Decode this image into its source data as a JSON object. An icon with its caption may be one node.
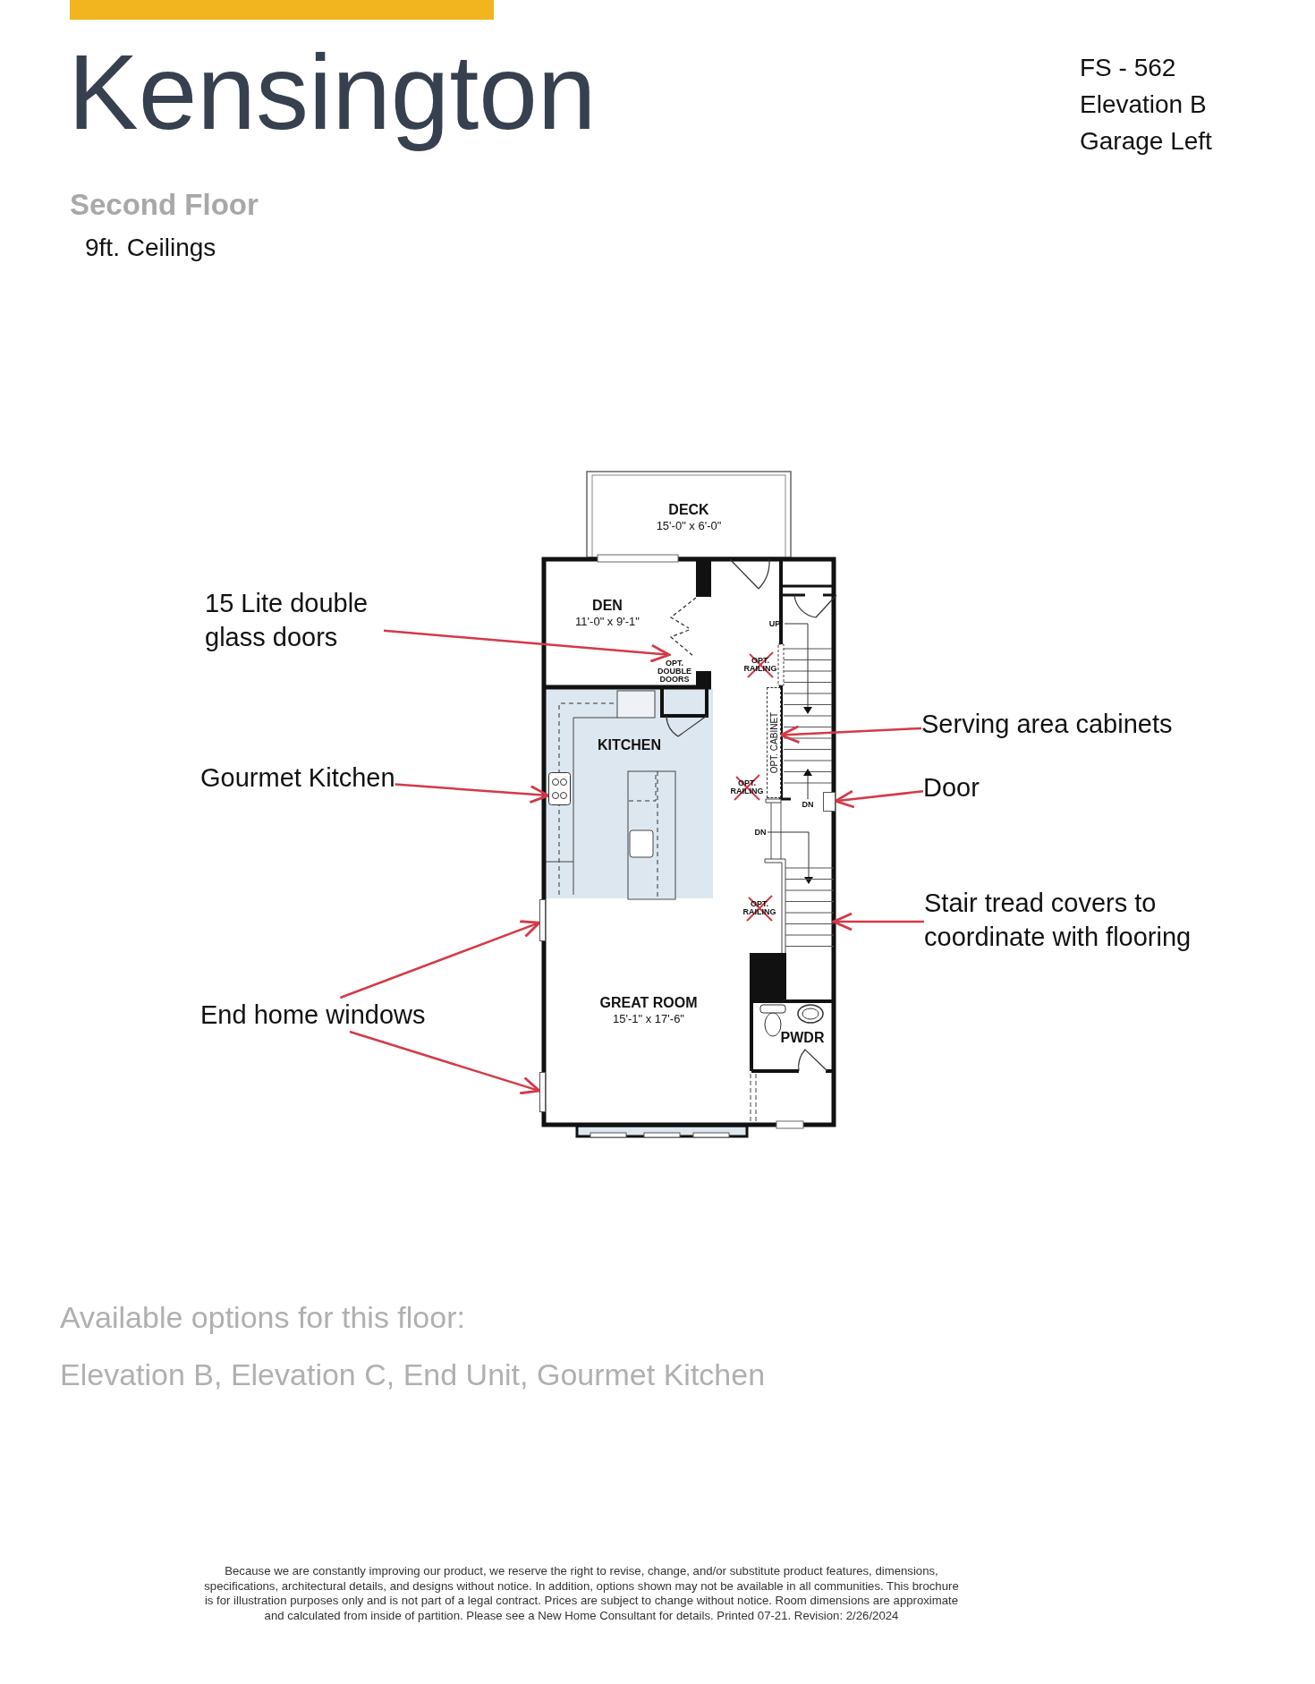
{
  "diagram": {
    "title": "Kensington",
    "nodes": [
      {
        "text": [
          "DECK",
          "15'-0\" x 6'-0\""
        ]
      },
      {
        "text": [
          "15 Lite double glass doors"
        ]
      },
      {
        "text": [
          "DEN",
          "11'-0\" x 9'-1\""
        ]
      },
      {
        "text": [],
        "shape": "picture"
      },
      {
        "text": [
          "KITCHEN"
        ]
      },
      {
        "text": [
          "Serving area cabinets"
        ]
      },
      {
        "text": [
          "OPT. CABINET"
        ]
      },
      {
        "text": [
          "Gourmet Kitchen"
        ]
      },
      {
        "text": [],
        "shape": "picture",
        "in": 4
      },
      {
        "text": [
          "Door"
        ]
      },
      {
        "text": [],
        "shape": "box"
      },
      {
        "text": [
          "Stair tread covers to coordinate with flooring"
        ]
      },
      {
        "text": [],
        "shape": "picture"
      },
      {
        "text": [
          "GREAT ROOM",
          "15'-1\" x 17'-6\""
        ]
      },
      {
        "text": [
          "End home windows"
        ]
      },
      {
        "text": [
          "PWDR"
        ]
      },
      {
        "text": [],
        "shape": "bar"
      },
      {
        "text": [],
        "shape": "bar"
      }
    ],
    "edges": [
      {
        "from": 1,
        "to": 3,
        "arrow": "to"
      },
      {
        "from": 5,
        "to": 6,
        "arrow": "to"
      },
      {
        "from": 7,
        "to": 8,
        "arrow": "to"
      },
      {
        "from": 9,
        "to": 10,
        "arrow": "to"
      },
      {
        "from": 11,
        "to": 12,
        "arrow": "to"
      },
      {
        "from": 14,
        "to": 16,
        "arrow": "to"
      },
      {
        "from": 14,
        "to": 17,
        "arrow": "to"
      }
    ],
    "labels": [
      "FS - 562",
      "Elevation B",
      "Garage Left",
      "Second Floor",
      "9ft. Ceilings",
      "UP",
      "OPT. RAILING",
      "OPT. DOUBLE DOORS",
      "OPT. RAILING",
      "DN",
      "DN",
      "OPT. RAILING",
      "Available options for this floor:",
      "Elevation B, Elevation C, End Unit, Gourmet Kitchen",
      "Because we are constantly improving our product, we reserve the right to revise, change, and/or substitute product features, dimensions, specifications, architectural details, and designs without notice. In addition, options shown may not be available in all communities. This brochure is for illustration purposes only and is not part of a legal contract. Prices are subject to change without notice. Room dimensions are approximate and calculated from inside of partition. Please see a New Home Consultant for details. Printed 07-21. Revision: 2/26/2024"
    ]
  }
}
